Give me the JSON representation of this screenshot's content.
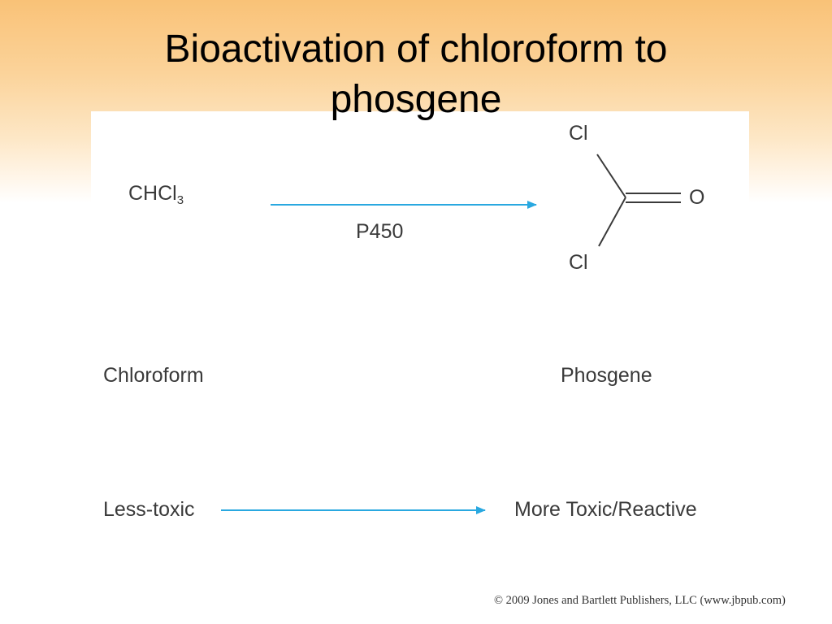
{
  "slide": {
    "title_line1": "Bioactivation of chloroform to",
    "title_line2": "phosgene"
  },
  "reaction": {
    "reactant_formula_base": "CHCl",
    "reactant_formula_subscript": "3",
    "enzyme": "P450",
    "product_atom_cl_top": "Cl",
    "product_atom_o": "O",
    "product_atom_cl_bottom": "Cl",
    "reactant_name": "Chloroform",
    "product_name": "Phosgene"
  },
  "toxicity": {
    "from_label": "Less-toxic",
    "to_label": "More Toxic/Reactive"
  },
  "footer": {
    "copyright": "© 2009 Jones and Bartlett Publishers, LLC (www.jbpub.com)"
  },
  "colors": {
    "arrow": "#29a8e0",
    "bond": "#3a3a3a",
    "background_top": "#f9c277"
  }
}
